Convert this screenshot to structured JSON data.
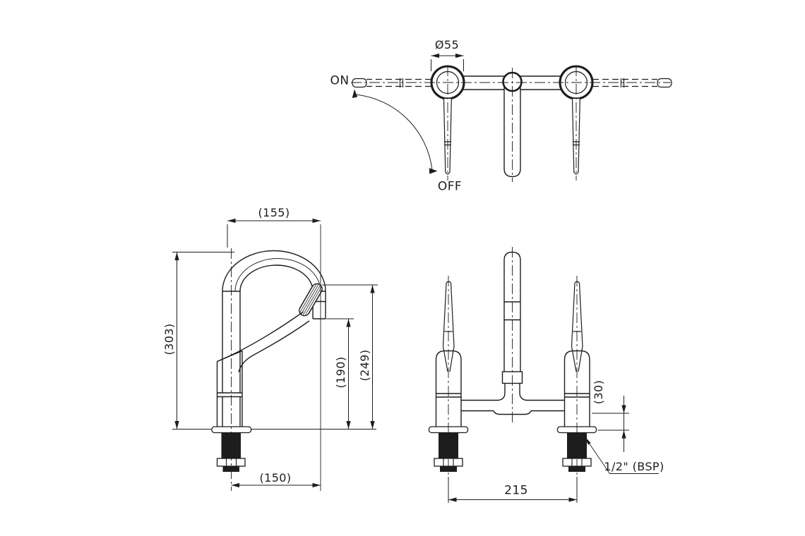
{
  "drawing": {
    "background": "#ffffff",
    "ink": "#1d1d1d",
    "plan_view": {
      "handle_diameter": "Ø55",
      "on": "ON",
      "off": "OFF"
    },
    "side_view": {
      "spout_reach_top": "(155)",
      "overall_height": "(303)",
      "outlet_height": "(190)",
      "handle_top_height": "(249)",
      "spout_reach_base": "(150)"
    },
    "front_view": {
      "base_clearance": "(30)",
      "hole_centres": "215",
      "inlet_thread": "1/2\" (BSP)"
    }
  }
}
